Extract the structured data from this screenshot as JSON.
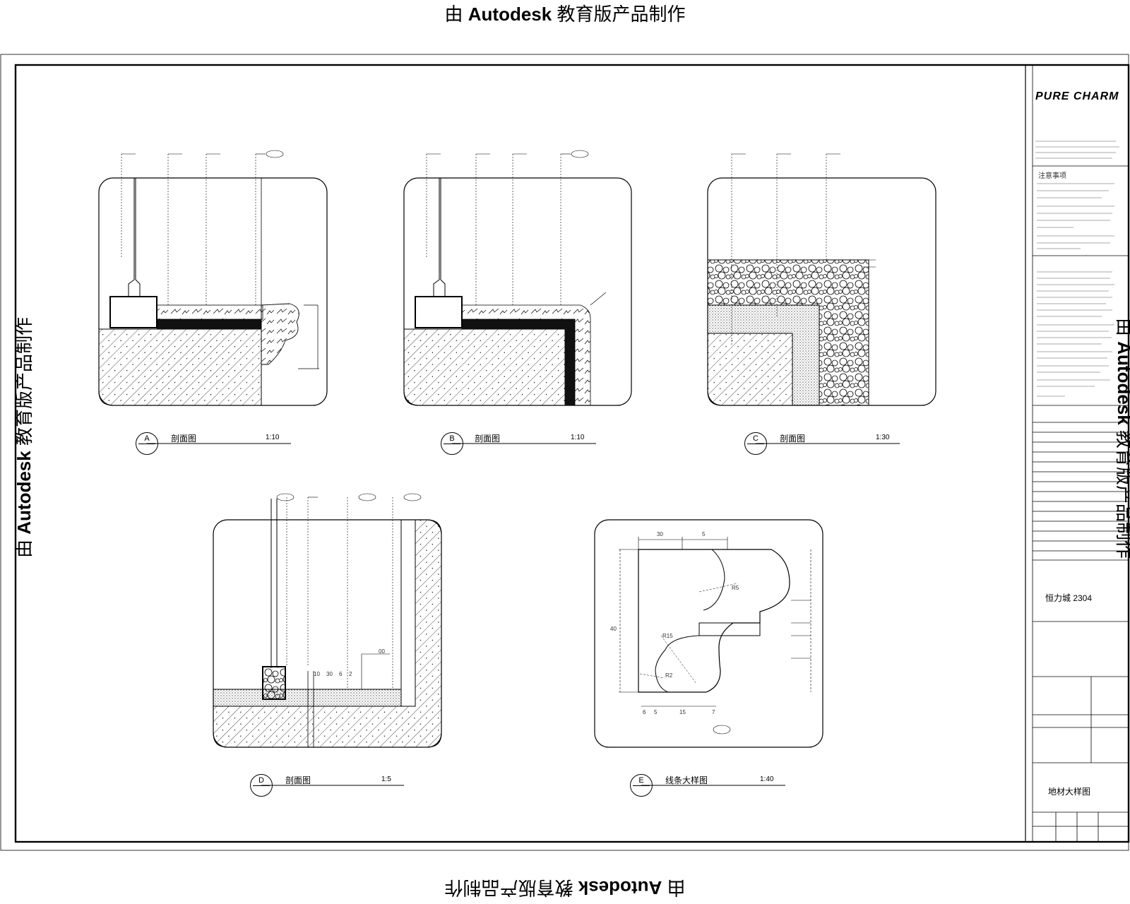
{
  "watermark": {
    "prefix": "由",
    "brand": "Autodesk",
    "suffix": "教育版产品制作"
  },
  "titleblock": {
    "logo": "PURE CHARM",
    "notes_heading": "注意事项",
    "project_name": "恒力城 2304",
    "drawing_name": "地材大样图"
  },
  "details": [
    {
      "id": "A",
      "title": "剖面图",
      "scale": "1:10"
    },
    {
      "id": "B",
      "title": "剖面图",
      "scale": "1:10"
    },
    {
      "id": "C",
      "title": "剖面图",
      "scale": "1:30"
    },
    {
      "id": "D",
      "title": "剖面图",
      "scale": "1:5"
    },
    {
      "id": "E",
      "title": "线条大样图",
      "scale": "1:40"
    }
  ],
  "dimensions": {
    "e_top": [
      "30",
      "5"
    ],
    "e_bottom": [
      "6",
      "5",
      "15",
      "7"
    ],
    "e_left": "40",
    "e_radius": [
      "R5",
      "R15",
      "R2"
    ],
    "d_dims": [
      "10",
      "30",
      "6",
      "2"
    ],
    "d_callout": "00"
  }
}
